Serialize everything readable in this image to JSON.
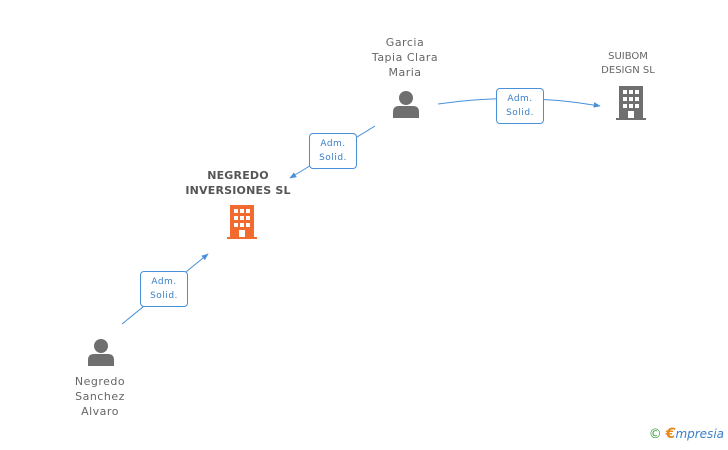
{
  "nodes": {
    "garcia": {
      "label": "Garcia\nTapia Clara\nMaria"
    },
    "suibom": {
      "label": "SUIBOM\nDESIGN SL"
    },
    "negredo_inv": {
      "label": "NEGREDO\nINVERSIONES SL"
    },
    "negredo_sanchez": {
      "label": "Negredo\nSanchez\nAlvaro"
    }
  },
  "relations": {
    "garcia_to_suibom": "Adm.\nSolid.",
    "garcia_to_negredo_inv": "Adm.\nSolid.",
    "negredo_sanchez_to_negredo_inv": "Adm.\nSolid."
  },
  "colors": {
    "edge": "#4a90d9",
    "person_icon": "#6f6f6f",
    "company_icon": "#6f6f6f",
    "company_highlight": "#f26a2e"
  },
  "footer": {
    "copyright_symbol": "©",
    "brand_initial": "€",
    "brand_rest": "mpresia"
  }
}
